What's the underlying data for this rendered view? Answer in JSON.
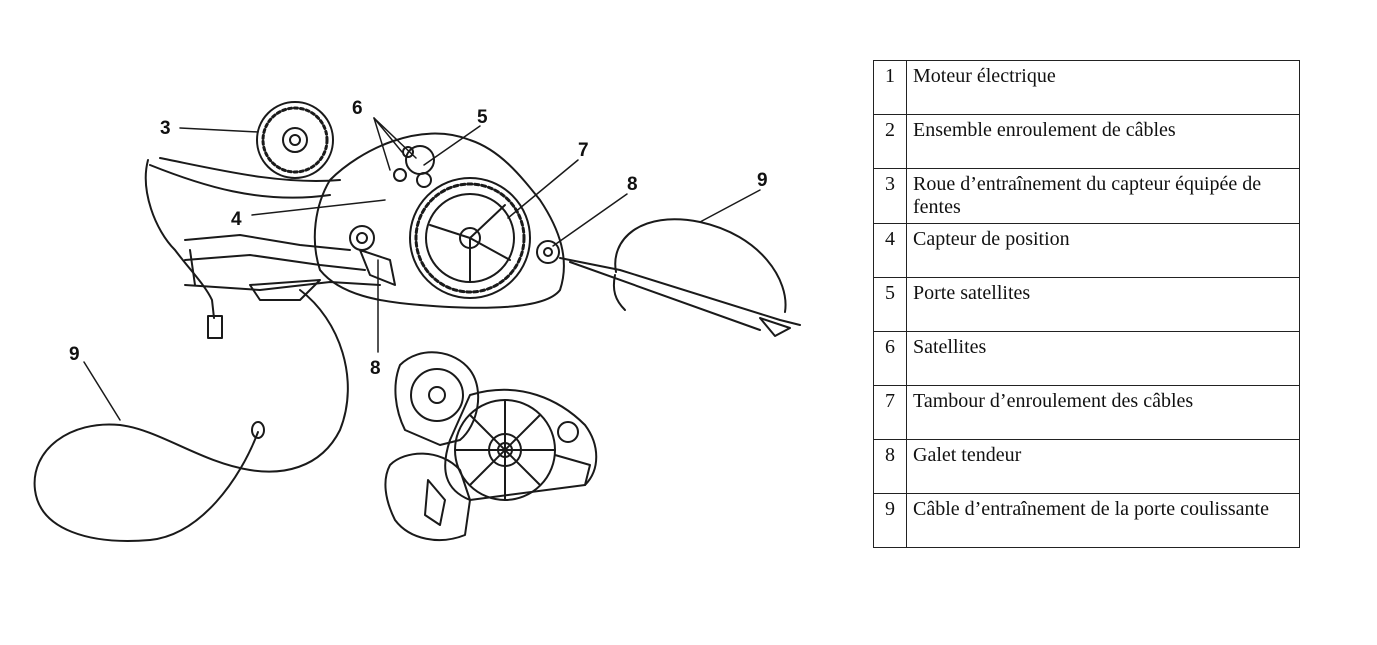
{
  "callouts": {
    "c3": "3",
    "c6": "6",
    "c5": "5",
    "c7": "7",
    "c8a": "8",
    "c9a": "9",
    "c4": "4",
    "c8b": "8",
    "c9b": "9"
  },
  "legend": [
    {
      "num": "1",
      "label": "Moteur électrique"
    },
    {
      "num": "2",
      "label": "Ensemble enroulement de câbles"
    },
    {
      "num": "3",
      "label": "Roue d’entraînement du capteur équipée de fentes"
    },
    {
      "num": "4",
      "label": "Capteur de position"
    },
    {
      "num": "5",
      "label": "Porte satellites"
    },
    {
      "num": "6",
      "label": "Satellites"
    },
    {
      "num": "7",
      "label": "Tambour d’enroulement des câbles"
    },
    {
      "num": "8",
      "label": "Galet tendeur"
    },
    {
      "num": "9",
      "label": "Câble d’entraînement de la porte coulissante"
    }
  ]
}
